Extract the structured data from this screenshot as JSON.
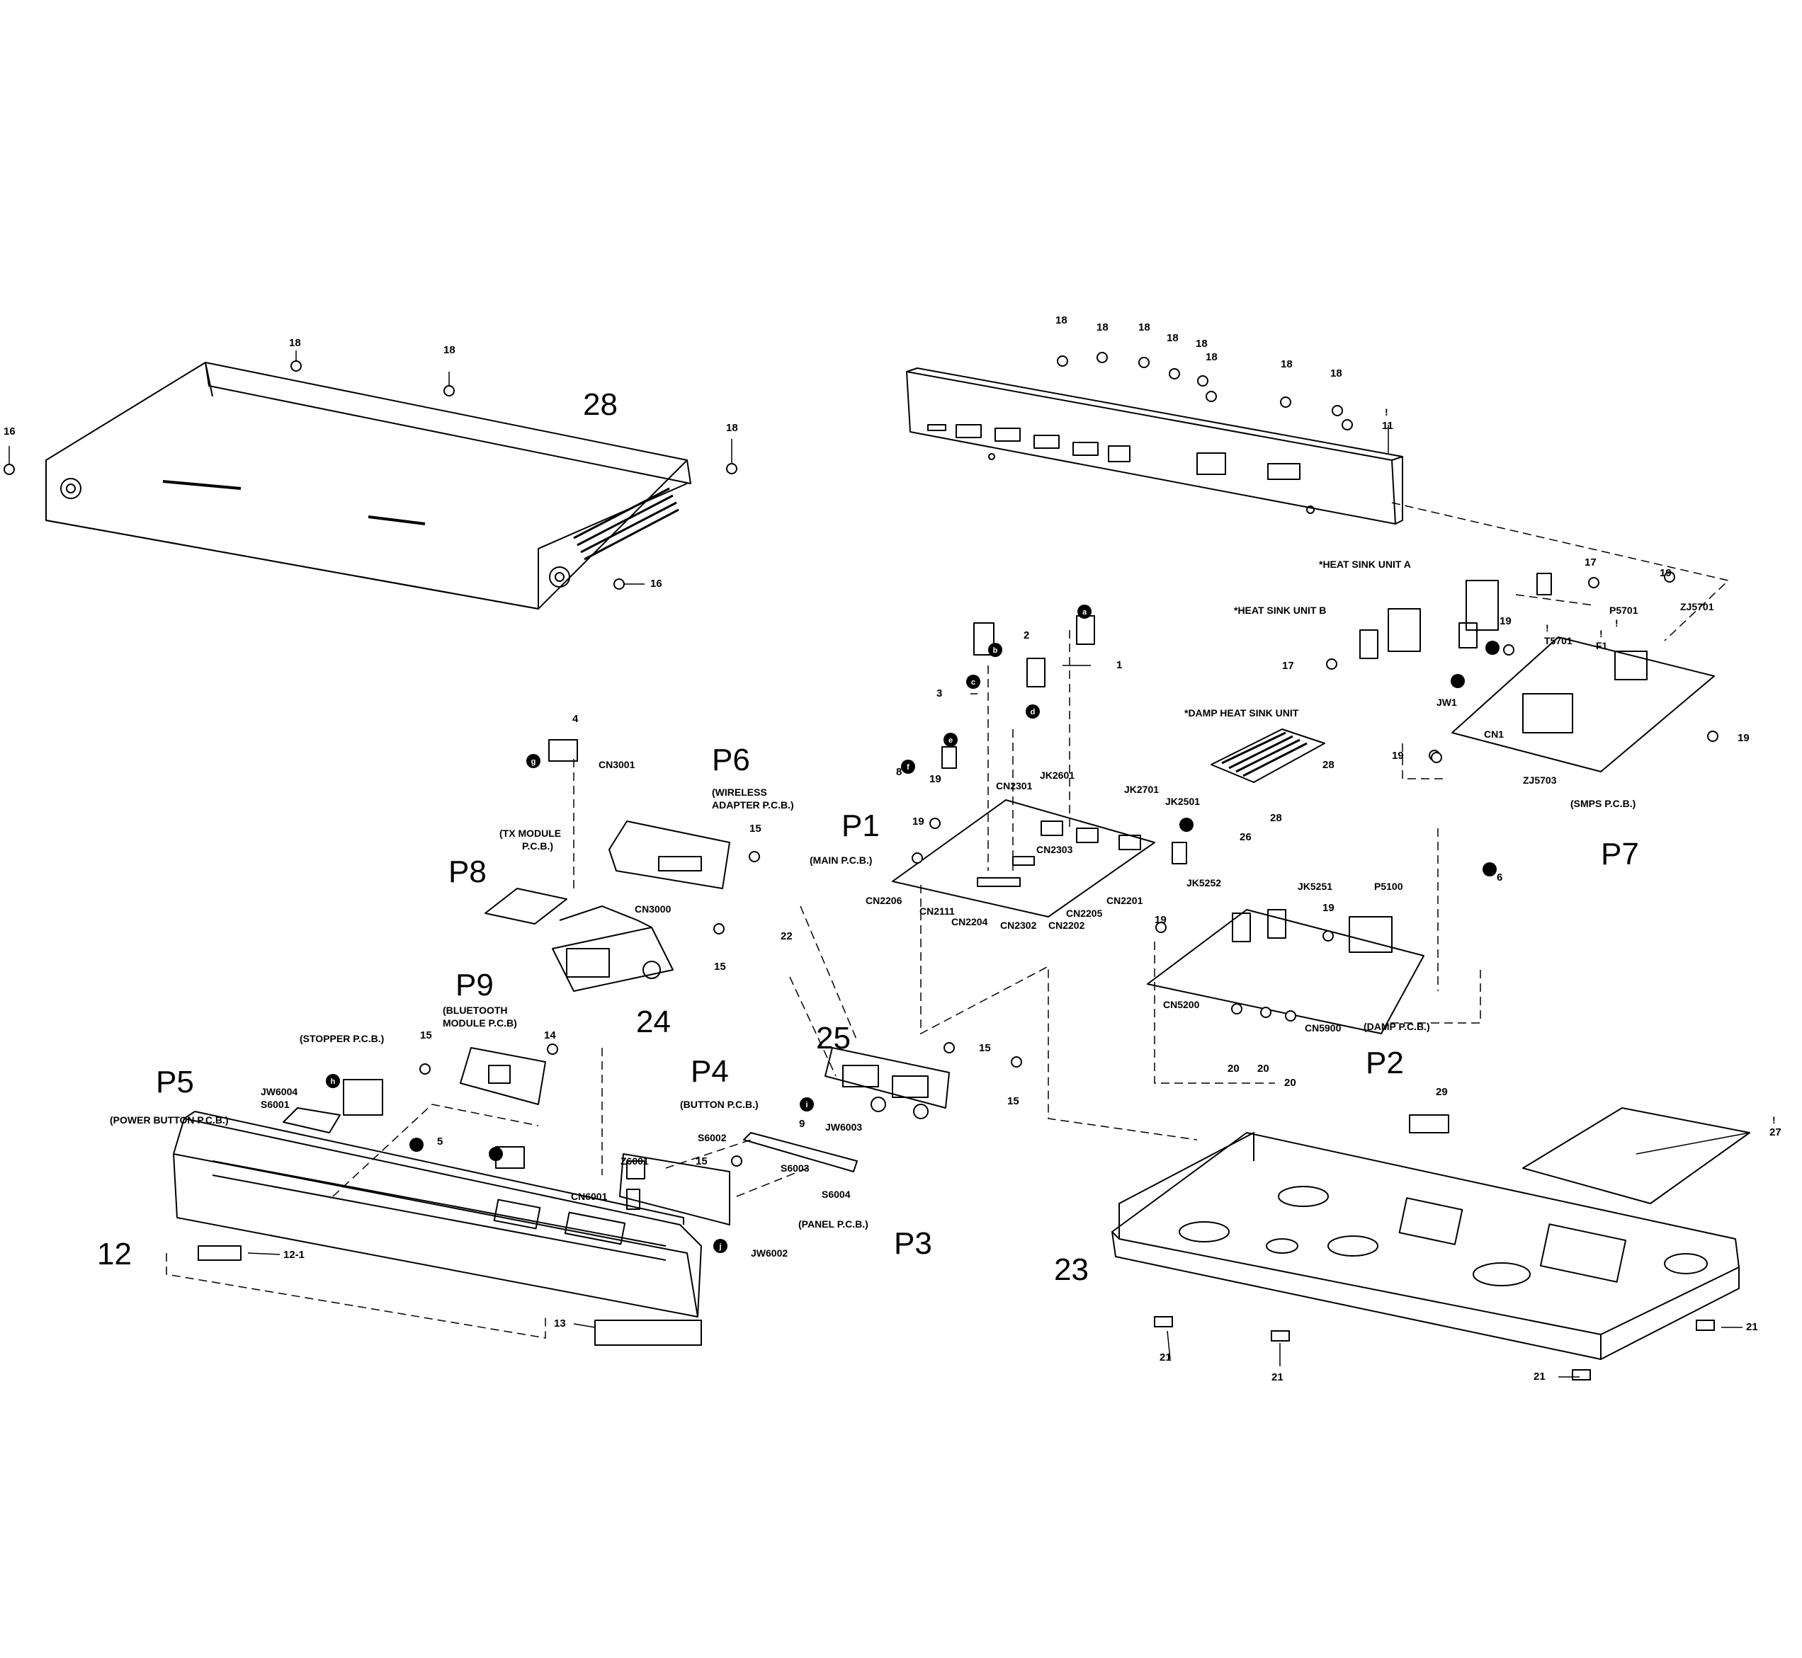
{
  "diagram": {
    "big_labels": {
      "p28": "28",
      "p1": "P1",
      "p2": "P2",
      "p3": "P3",
      "p4": "P4",
      "p5": "P5",
      "p6": "P6",
      "p7": "P7",
      "p8": "P8",
      "p9": "P9",
      "p12": "12",
      "p23": "23",
      "p24": "24",
      "p25": "25"
    },
    "pcb_names": {
      "main": "(MAIN P.C.B.)",
      "damp": "(DAMP P.C.B.)",
      "smps": "(SMPS P.C.B.)",
      "panel": "(PANEL P.C.B.)",
      "button": "(BUTTON P.C.B.)",
      "power_button": "(POWER BUTTON P.C.B.)",
      "stopper": "(STOPPER P.C.B.)",
      "bluetooth_1": "(BLUETOOTH",
      "bluetooth_2": "MODULE P.C.B)",
      "wireless_1": "(WIRELESS",
      "wireless_2": "ADAPTER P.C.B.)",
      "tx_1": "(TX MODULE",
      "tx_2": "P.C.B.)"
    },
    "unit_names": {
      "heat_sink_a": "*HEAT SINK UNIT A",
      "heat_sink_b": "*HEAT SINK UNIT B",
      "damp_heat_sink": "*DAMP HEAT SINK UNIT"
    },
    "connectors": {
      "cn3001": "CN3001",
      "cn3000": "CN3000",
      "cn2301": "CN2301",
      "jk2601": "JK2601",
      "jk2701": "JK2701",
      "jk2501": "JK2501",
      "cn2303": "CN2303",
      "cn2206": "CN2206",
      "cn2111": "CN2111",
      "cn2204": "CN2204",
      "cn2302": "CN2302",
      "cn2202": "CN2202",
      "cn2205": "CN2205",
      "cn2201": "CN2201",
      "jk5252": "JK5252",
      "jk5251": "JK5251",
      "p5100": "P5100",
      "cn5200": "CN5200",
      "cn5900": "CN5900",
      "jw1": "JW1",
      "cn1": "CN1",
      "t5701": "T5701",
      "f1": "F1",
      "p5701": "P5701",
      "zj5701": "ZJ5701",
      "zj5703": "ZJ5703",
      "jw6004": "JW6004",
      "s6001": "S6001",
      "z6001": "Z6001",
      "cn6001": "CN6001",
      "s6002": "S6002",
      "jw6003": "JW6003",
      "s6003": "S6003",
      "s6004": "S6004",
      "jw6002": "JW6002"
    },
    "part_numbers": {
      "n18a": "18",
      "n18b": "18",
      "n16a": "16",
      "n18c": "18",
      "n16b": "16",
      "n18d": "18",
      "n18e": "18",
      "n18f": "18",
      "n18g": "18",
      "n18h": "18",
      "n18i": "18",
      "n18j": "18",
      "n18k": "18",
      "n11": "11",
      "n1": "1",
      "n2": "2",
      "n3": "3",
      "n4": "4",
      "n5": "5",
      "n6": "6",
      "n8": "8",
      "n9": "9",
      "n12_1": "12-1",
      "n13": "13",
      "n14": "14",
      "n15a": "15",
      "n15b": "15",
      "n15c": "15",
      "n15d": "15",
      "n15e": "15",
      "n15f": "15",
      "n17a": "17",
      "n17b": "17",
      "n19a": "19",
      "n19b": "19",
      "n19c": "19",
      "n19d": "19",
      "n19e": "19",
      "n19f": "19",
      "n19g": "19",
      "n19h": "19",
      "n20a": "20",
      "n20b": "20",
      "n20c": "20",
      "n21a": "21",
      "n21b": "21",
      "n21c": "21",
      "n21d": "21",
      "n22": "22",
      "n26": "26",
      "n27": "27",
      "n28a": "28",
      "n28b": "28",
      "n29": "29"
    },
    "warning_mark": "!",
    "circle_marks": [
      "a",
      "b",
      "c",
      "d",
      "e",
      "f",
      "g",
      "h",
      "i",
      "j"
    ]
  }
}
